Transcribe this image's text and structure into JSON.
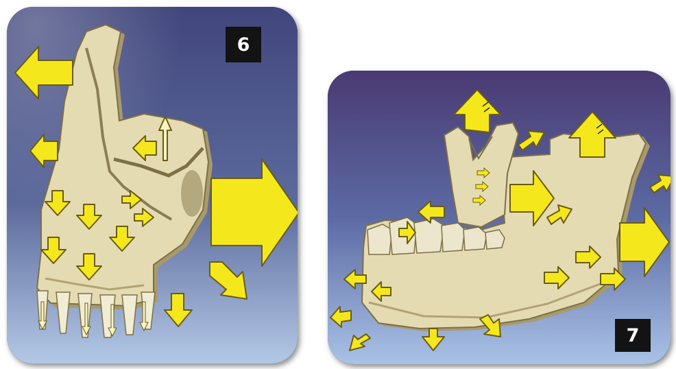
{
  "panels": [
    {
      "id": "6",
      "label": "6",
      "subject": "maxilla",
      "arrow_color": "#f4e81c",
      "bone_color": "#e4dbb2"
    },
    {
      "id": "7",
      "label": "7",
      "subject": "mandible",
      "arrow_color": "#f4e81c",
      "bone_color": "#e4dbb2"
    }
  ],
  "colors": {
    "background_top": "#4a4f84",
    "background_bottom": "#b8cde8",
    "arrow_fill": "#f4e81c",
    "arrow_outline": "#6a5c12",
    "bone_fill": "#e4dbb2",
    "bone_shadow": "#a89a6c",
    "badge_fill": "#131313",
    "badge_text": "#ffffff"
  }
}
